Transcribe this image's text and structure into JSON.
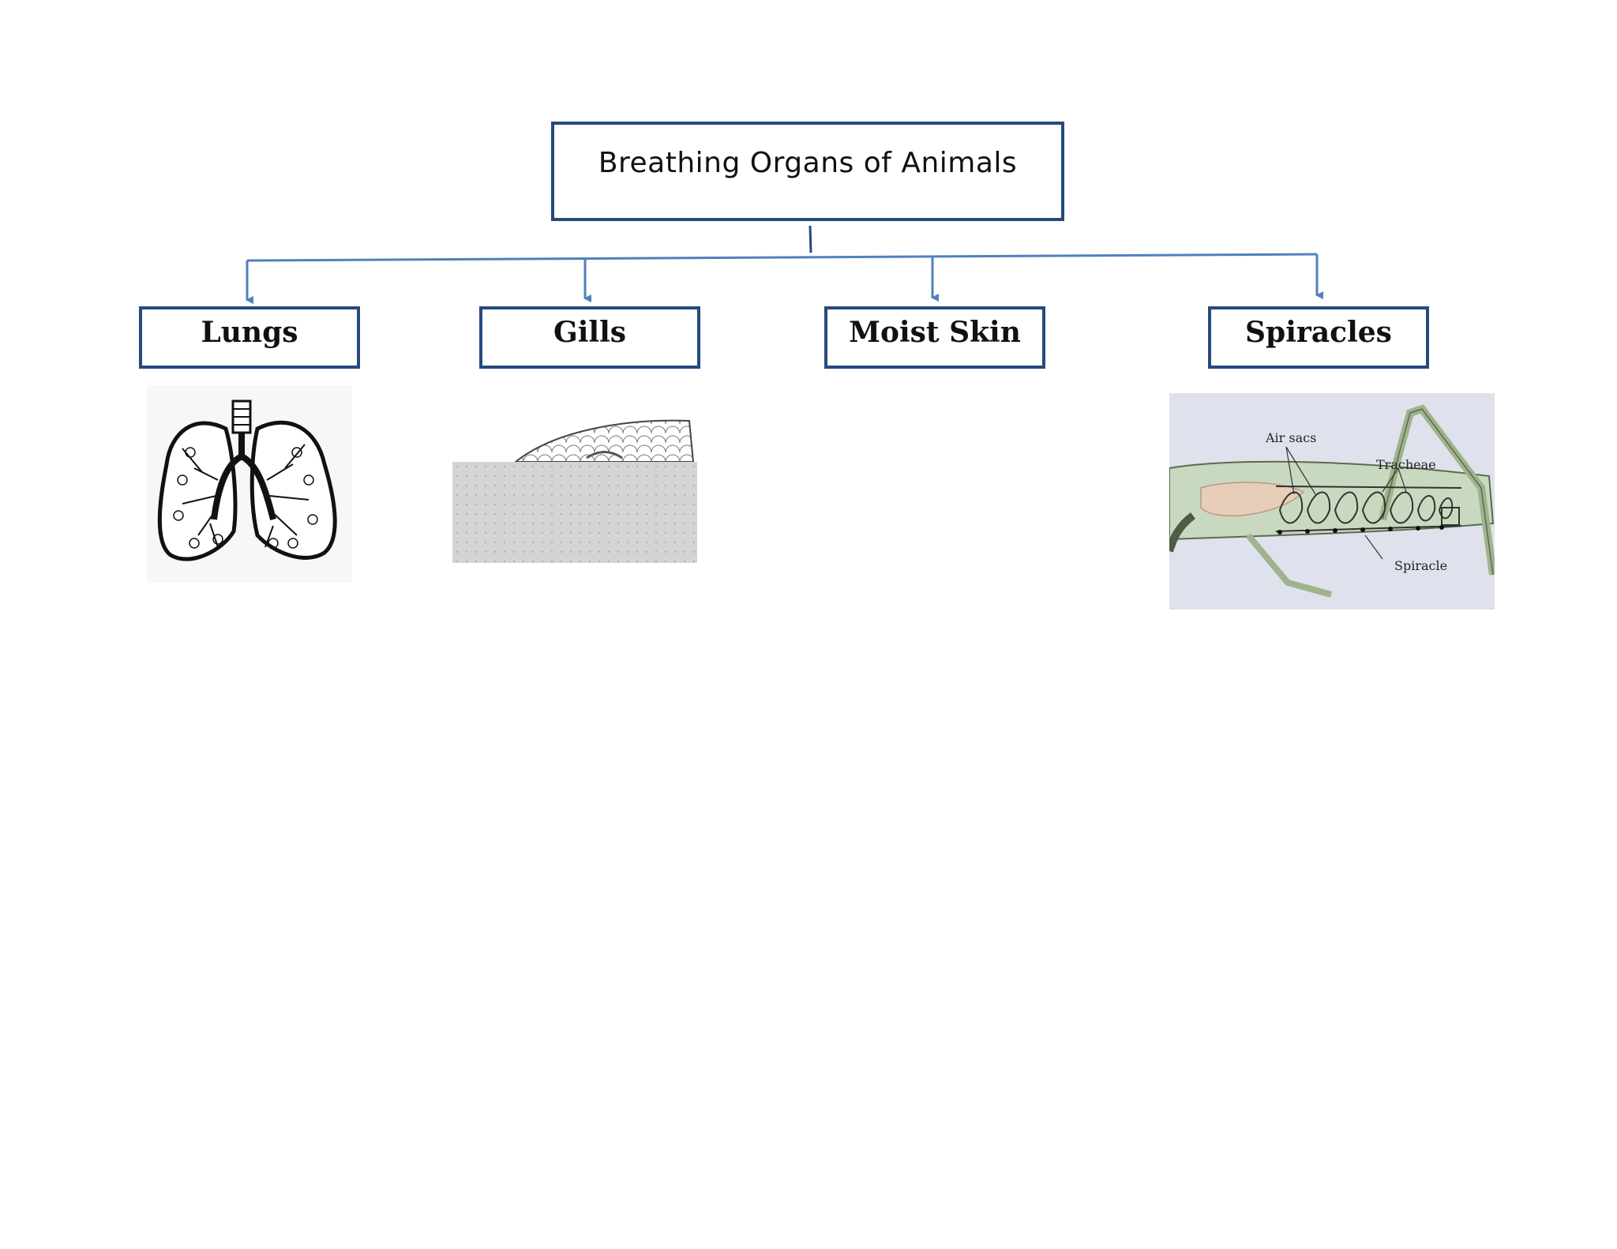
{
  "title": "Breathing Organs of Animals",
  "nodes": [
    {
      "label": "Lungs"
    },
    {
      "label": "Gills"
    },
    {
      "label": "Moist Skin"
    },
    {
      "label": "Spiracles"
    }
  ],
  "spiracle_diagram": {
    "labels": [
      "Air sacs",
      "Tracheae",
      "Spiracle"
    ]
  },
  "colors": {
    "box_border": "#254a7d",
    "connector": "#4f81bd",
    "insect_bg": "#dfe2ec",
    "insect_body": "#c9d9bf"
  }
}
